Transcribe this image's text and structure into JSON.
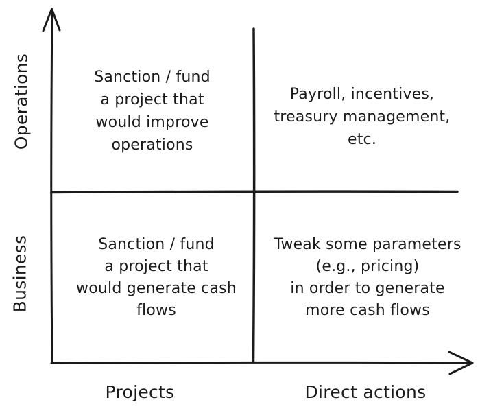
{
  "diagram": {
    "background_color": "#ffffff",
    "ink_color": "#1b1b1b",
    "y_axis": {
      "top_label": "Operations",
      "bottom_label": "Business"
    },
    "x_axis": {
      "left_label": "Projects",
      "right_label": "Direct actions"
    },
    "quadrants": {
      "top_left": {
        "lines": [
          "Sanction / fund",
          "a project that",
          "would improve",
          "operations"
        ]
      },
      "top_right": {
        "lines": [
          "Payroll, incentives,",
          "treasury management,",
          "etc."
        ]
      },
      "bottom_left": {
        "lines": [
          "Sanction / fund",
          "a project that",
          "would generate cash",
          "flows"
        ]
      },
      "bottom_right": {
        "lines": [
          "Tweak some parameters",
          "(e.g., pricing)",
          "in order to generate",
          "more cash flows"
        ]
      }
    }
  }
}
